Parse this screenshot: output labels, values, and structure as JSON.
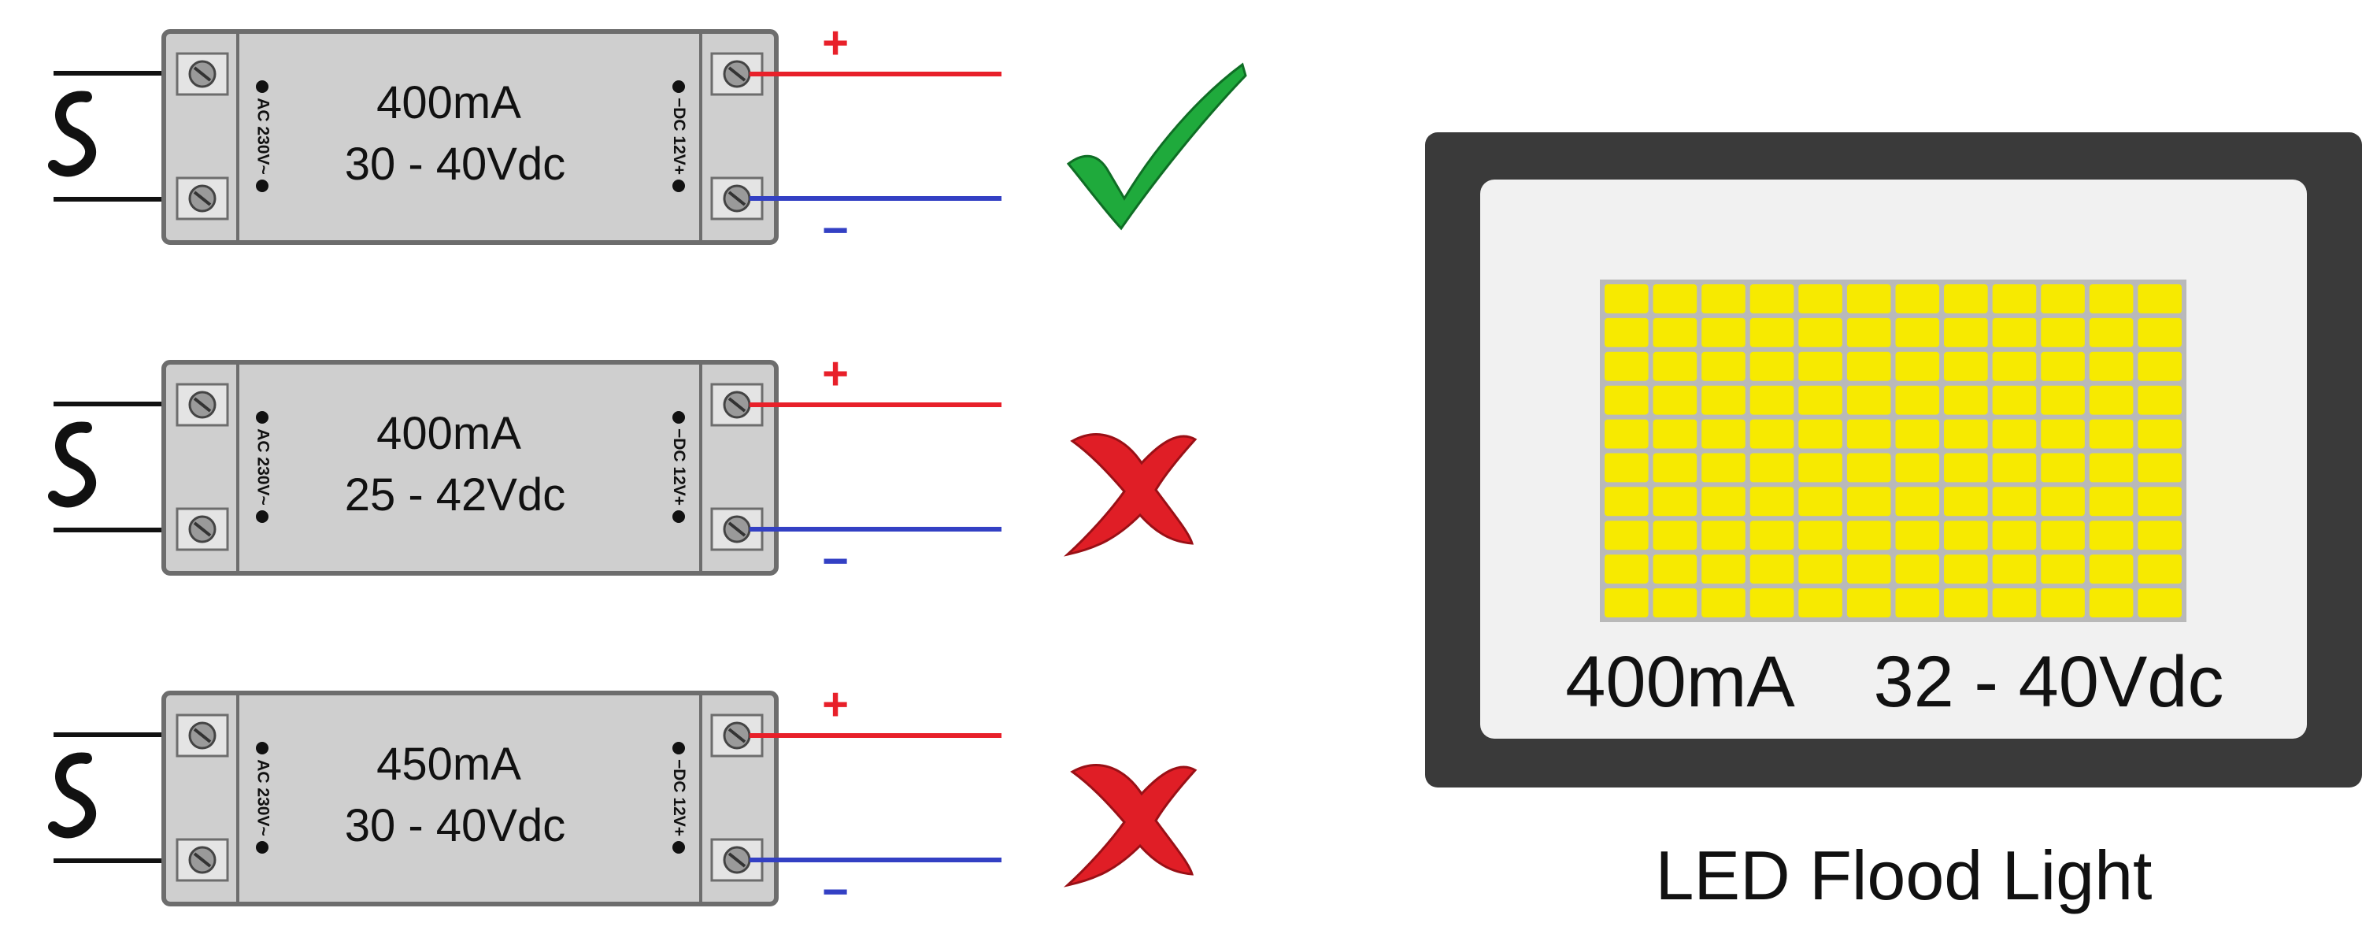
{
  "drivers": [
    {
      "current": "400mA",
      "voltage": "30 - 40Vdc",
      "ac_label": "AC 230V~",
      "dc_label": "DC 12V",
      "dc_label_plus": "+",
      "dc_label_minus": "−",
      "plus": "+",
      "minus": "−",
      "result": "compatible",
      "result_icon": "checkmark-icon"
    },
    {
      "current": "400mA",
      "voltage": "25 - 42Vdc",
      "ac_label": "AC 230V~",
      "dc_label": "DC 12V",
      "dc_label_plus": "+",
      "dc_label_minus": "−",
      "plus": "+",
      "minus": "−",
      "result": "incompatible",
      "result_icon": "cross-icon"
    },
    {
      "current": "450mA",
      "voltage": "30 - 40Vdc",
      "ac_label": "AC 230V~",
      "dc_label": "DC 12V",
      "dc_label_plus": "+",
      "dc_label_minus": "−",
      "plus": "+",
      "minus": "−",
      "result": "incompatible",
      "result_icon": "cross-icon"
    }
  ],
  "flood_light": {
    "current": "400mA",
    "voltage": "32 - 40Vdc",
    "title": "LED Flood Light",
    "led_rows": 10,
    "led_cols": 12
  },
  "colors": {
    "positive_wire": "#e8202a",
    "negative_wire": "#3340c4",
    "ac_wire": "#111111",
    "driver_body": "#cfcfcf",
    "driver_border": "#6d6d6d",
    "check": "#1faa3c",
    "cross": "#e01e26",
    "frame": "#3a3a3a",
    "panel": "#f1f1f1",
    "led": "#f7ea00",
    "led_grid": "#b9b9b9"
  }
}
